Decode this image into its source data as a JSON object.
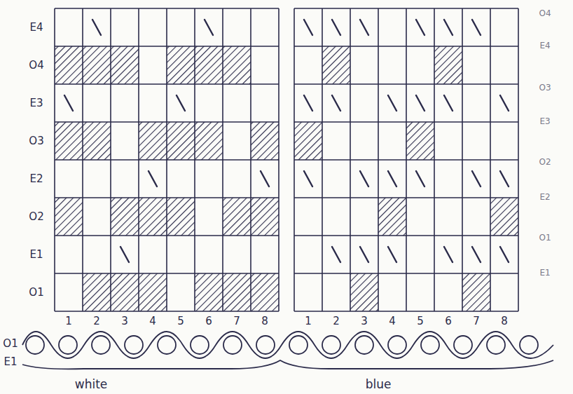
{
  "diagram": {
    "labels": [
      "E4",
      "O4",
      "E3",
      "O3",
      "E2",
      "O2",
      "E1",
      "O1",
      "O4",
      "E4",
      "O3",
      "E3",
      "O2",
      "E2",
      "O1",
      "E1",
      "1",
      "2",
      "3",
      "4",
      "5",
      "6",
      "7",
      "8",
      "1",
      "2",
      "3",
      "4",
      "5",
      "6",
      "7",
      "8",
      "O1",
      "E1",
      "white",
      "blue"
    ]
  }
}
